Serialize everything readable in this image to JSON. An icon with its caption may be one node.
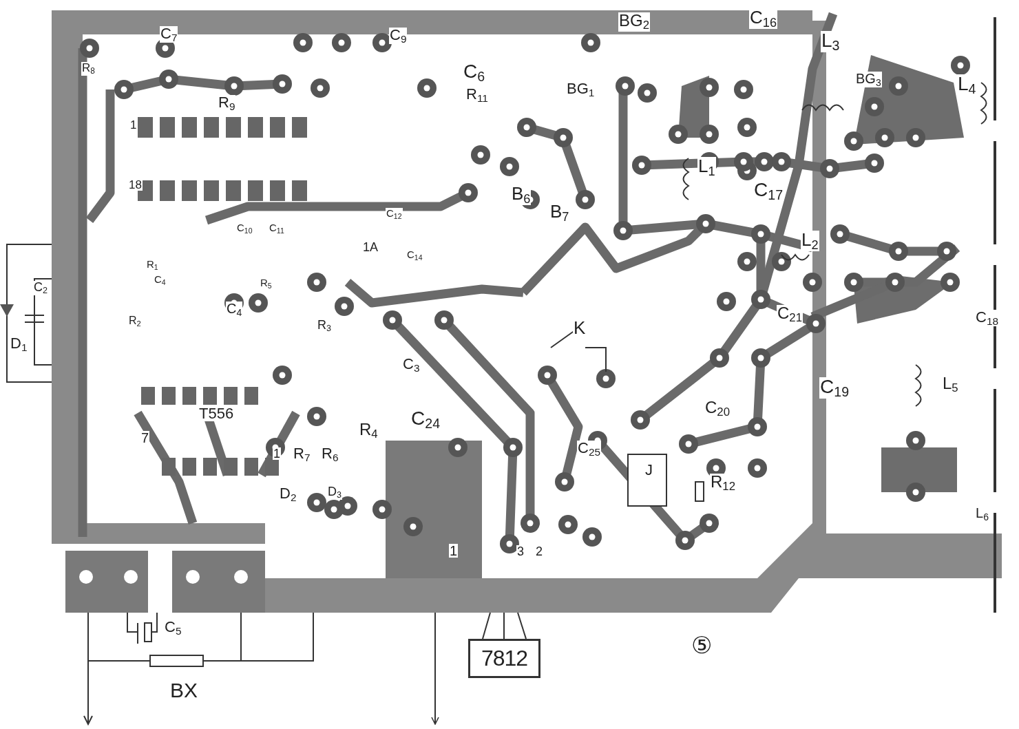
{
  "diagram": {
    "nodes": [
      {
        "text": [],
        "shape": "picture"
      },
      {
        "text": [
          "7812"
        ]
      }
    ],
    "edges": [
      {
        "from": 1,
        "to": 0,
        "arrow": "none"
      },
      {
        "from": 1,
        "to": 0,
        "arrow": "none"
      },
      {
        "from": 1,
        "to": 0,
        "arrow": "none"
      },
      {
        "from": 0,
        "to": null,
        "arrow": "to"
      }
    ],
    "labels": [
      "C$_{7}$",
      "C$_{9}$",
      "C$_{6}$",
      "R$_{8}$",
      "R$_{9}$",
      "R$_{11}$",
      "BG$_{2}$",
      "C$_{16}$",
      "L$_{3}$",
      "BG$_{1}$",
      "BG$_{3}$",
      "L$_{4}$",
      "1",
      "18",
      "B$_{6}$",
      "B$_{7}$",
      "L$_{1}$",
      "C$_{17}$",
      "C$_{10}$",
      "C$_{11}$",
      "C$_{12}$",
      "1A",
      "C$_{14}$",
      "L$_{2}$",
      "C$_{2}$",
      "D$_{1}$",
      "R$_{1}$",
      "C$_{4}$",
      "C$_{4}$",
      "R$_{5}$",
      "R$_{2}$",
      "R$_{3}$",
      "C$_{18}$",
      "C$_{21}$",
      "K",
      "C$_{3}$",
      "C$_{19}$",
      "C$_{24}$",
      "C$_{20}$",
      "T556",
      "L$_{5}$",
      "R$_{4}$",
      "7",
      "1",
      "R$_{7}$",
      "R$_{6}$",
      "C$_{25}$",
      "J",
      "D$_{3}$",
      "D$_{2}$",
      "R$_{12}$",
      "L$_{6}$",
      "1",
      "3",
      "2",
      "C$_{5}$",
      "BX",
      "⑤"
    ]
  }
}
